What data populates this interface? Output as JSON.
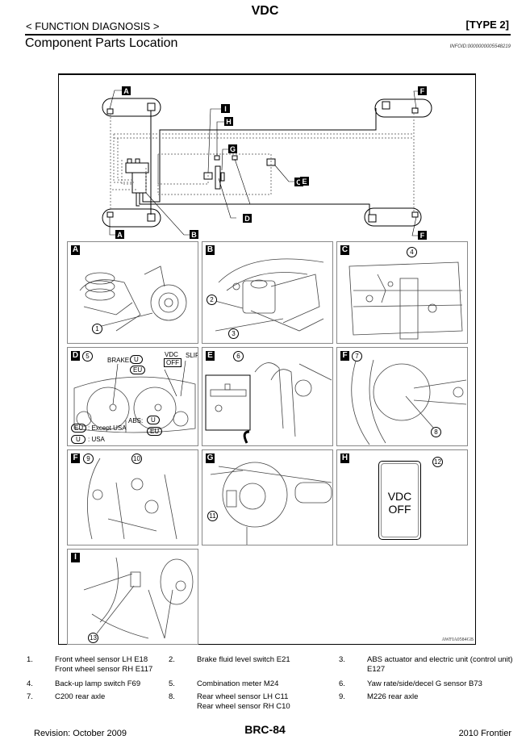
{
  "header": {
    "title": "VDC",
    "section": "< FUNCTION DIAGNOSIS >",
    "type": "[TYPE 2]",
    "heading": "Component Parts Location",
    "info_id": "INFOID:0000000005548219"
  },
  "figure": {
    "code": "AWFIA0584GB",
    "overview_labels": [
      "A",
      "A",
      "B",
      "C",
      "D",
      "E",
      "F",
      "F",
      "G",
      "H",
      "I"
    ],
    "panels": [
      {
        "label": "A",
        "callouts": [
          "1"
        ]
      },
      {
        "label": "B",
        "callouts": [
          "2",
          "3"
        ]
      },
      {
        "label": "C",
        "callouts": [
          "4"
        ]
      },
      {
        "label": "D",
        "callouts": [
          "5"
        ],
        "annotations": {
          "brake": "BRAKE:",
          "brake_u": "U",
          "brake_eu": "EU",
          "vdc": "VDC",
          "vdc_off": "OFF",
          "slip": "SLIP",
          "abs": "ABS:",
          "abs_u": "U",
          "abs_eu": "EU",
          "legend_eu": "EU",
          "legend_eu_text": ": Except USA",
          "legend_u": "U",
          "legend_u_text": ": USA"
        }
      },
      {
        "label": "E",
        "callouts": [
          "6"
        ]
      },
      {
        "label": "F",
        "callouts": [
          "7",
          "8"
        ]
      },
      {
        "label": "F",
        "callouts": [
          "9",
          "10"
        ]
      },
      {
        "label": "G",
        "callouts": [
          "11"
        ]
      },
      {
        "label": "H",
        "callouts": [
          "12"
        ],
        "switch_text": [
          "VDC",
          "OFF"
        ]
      },
      {
        "label": "I",
        "callouts": [
          "13"
        ]
      }
    ]
  },
  "legend": [
    {
      "num": "1.",
      "lines": [
        "Front wheel sensor LH E18",
        "Front wheel sensor RH E117"
      ]
    },
    {
      "num": "2.",
      "lines": [
        "Brake fluid level switch E21"
      ]
    },
    {
      "num": "3.",
      "lines": [
        "ABS actuator and electric unit (control unit)",
        "E127"
      ]
    },
    {
      "num": "4.",
      "lines": [
        "Back-up lamp switch F69"
      ]
    },
    {
      "num": "5.",
      "lines": [
        "Combination meter M24"
      ]
    },
    {
      "num": "6.",
      "lines": [
        "Yaw rate/side/decel G sensor B73"
      ]
    },
    {
      "num": "7.",
      "lines": [
        "C200 rear axle"
      ]
    },
    {
      "num": "8.",
      "lines": [
        "Rear wheel sensor LH C11",
        "Rear wheel sensor RH C10"
      ]
    },
    {
      "num": "9.",
      "lines": [
        "M226 rear axle"
      ]
    }
  ],
  "footer": {
    "revision": "Revision: October 2009",
    "page": "BRC-84",
    "model": "2010 Frontier"
  }
}
